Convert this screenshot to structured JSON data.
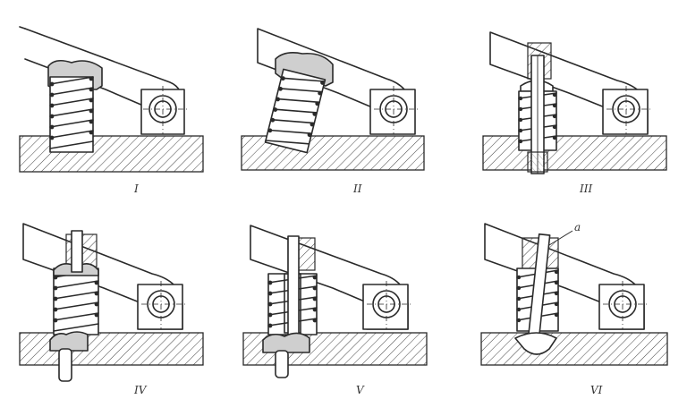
{
  "figure": {
    "panels": [
      {
        "id": "p1",
        "label": "I",
        "variant": "plain"
      },
      {
        "id": "p2",
        "label": "II",
        "variant": "tilted"
      },
      {
        "id": "p3",
        "label": "III",
        "variant": "rod-cup"
      },
      {
        "id": "p4",
        "label": "IV",
        "variant": "pin-below"
      },
      {
        "id": "p5",
        "label": "V",
        "variant": "sleeve"
      },
      {
        "id": "p6",
        "label": "VI",
        "variant": "long-rod"
      }
    ],
    "callout_a": "a"
  }
}
